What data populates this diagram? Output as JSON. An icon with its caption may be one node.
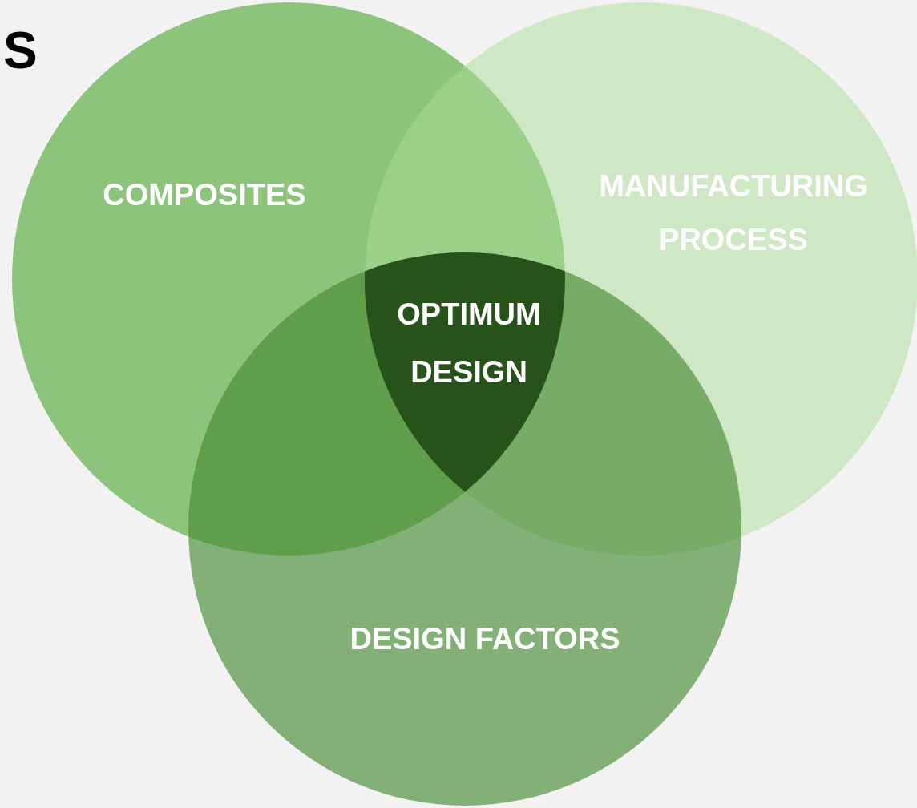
{
  "diagram": {
    "nodes": [
      {
        "text": [
          "COMPOSITES"
        ]
      },
      {
        "text": [
          "MANUFACTURING PROCESS"
        ]
      },
      {
        "text": [
          "DESIGN FACTORS"
        ]
      },
      {
        "text": [
          "OPTIMUM DESIGN"
        ]
      }
    ],
    "labels": [
      "S"
    ]
  }
}
